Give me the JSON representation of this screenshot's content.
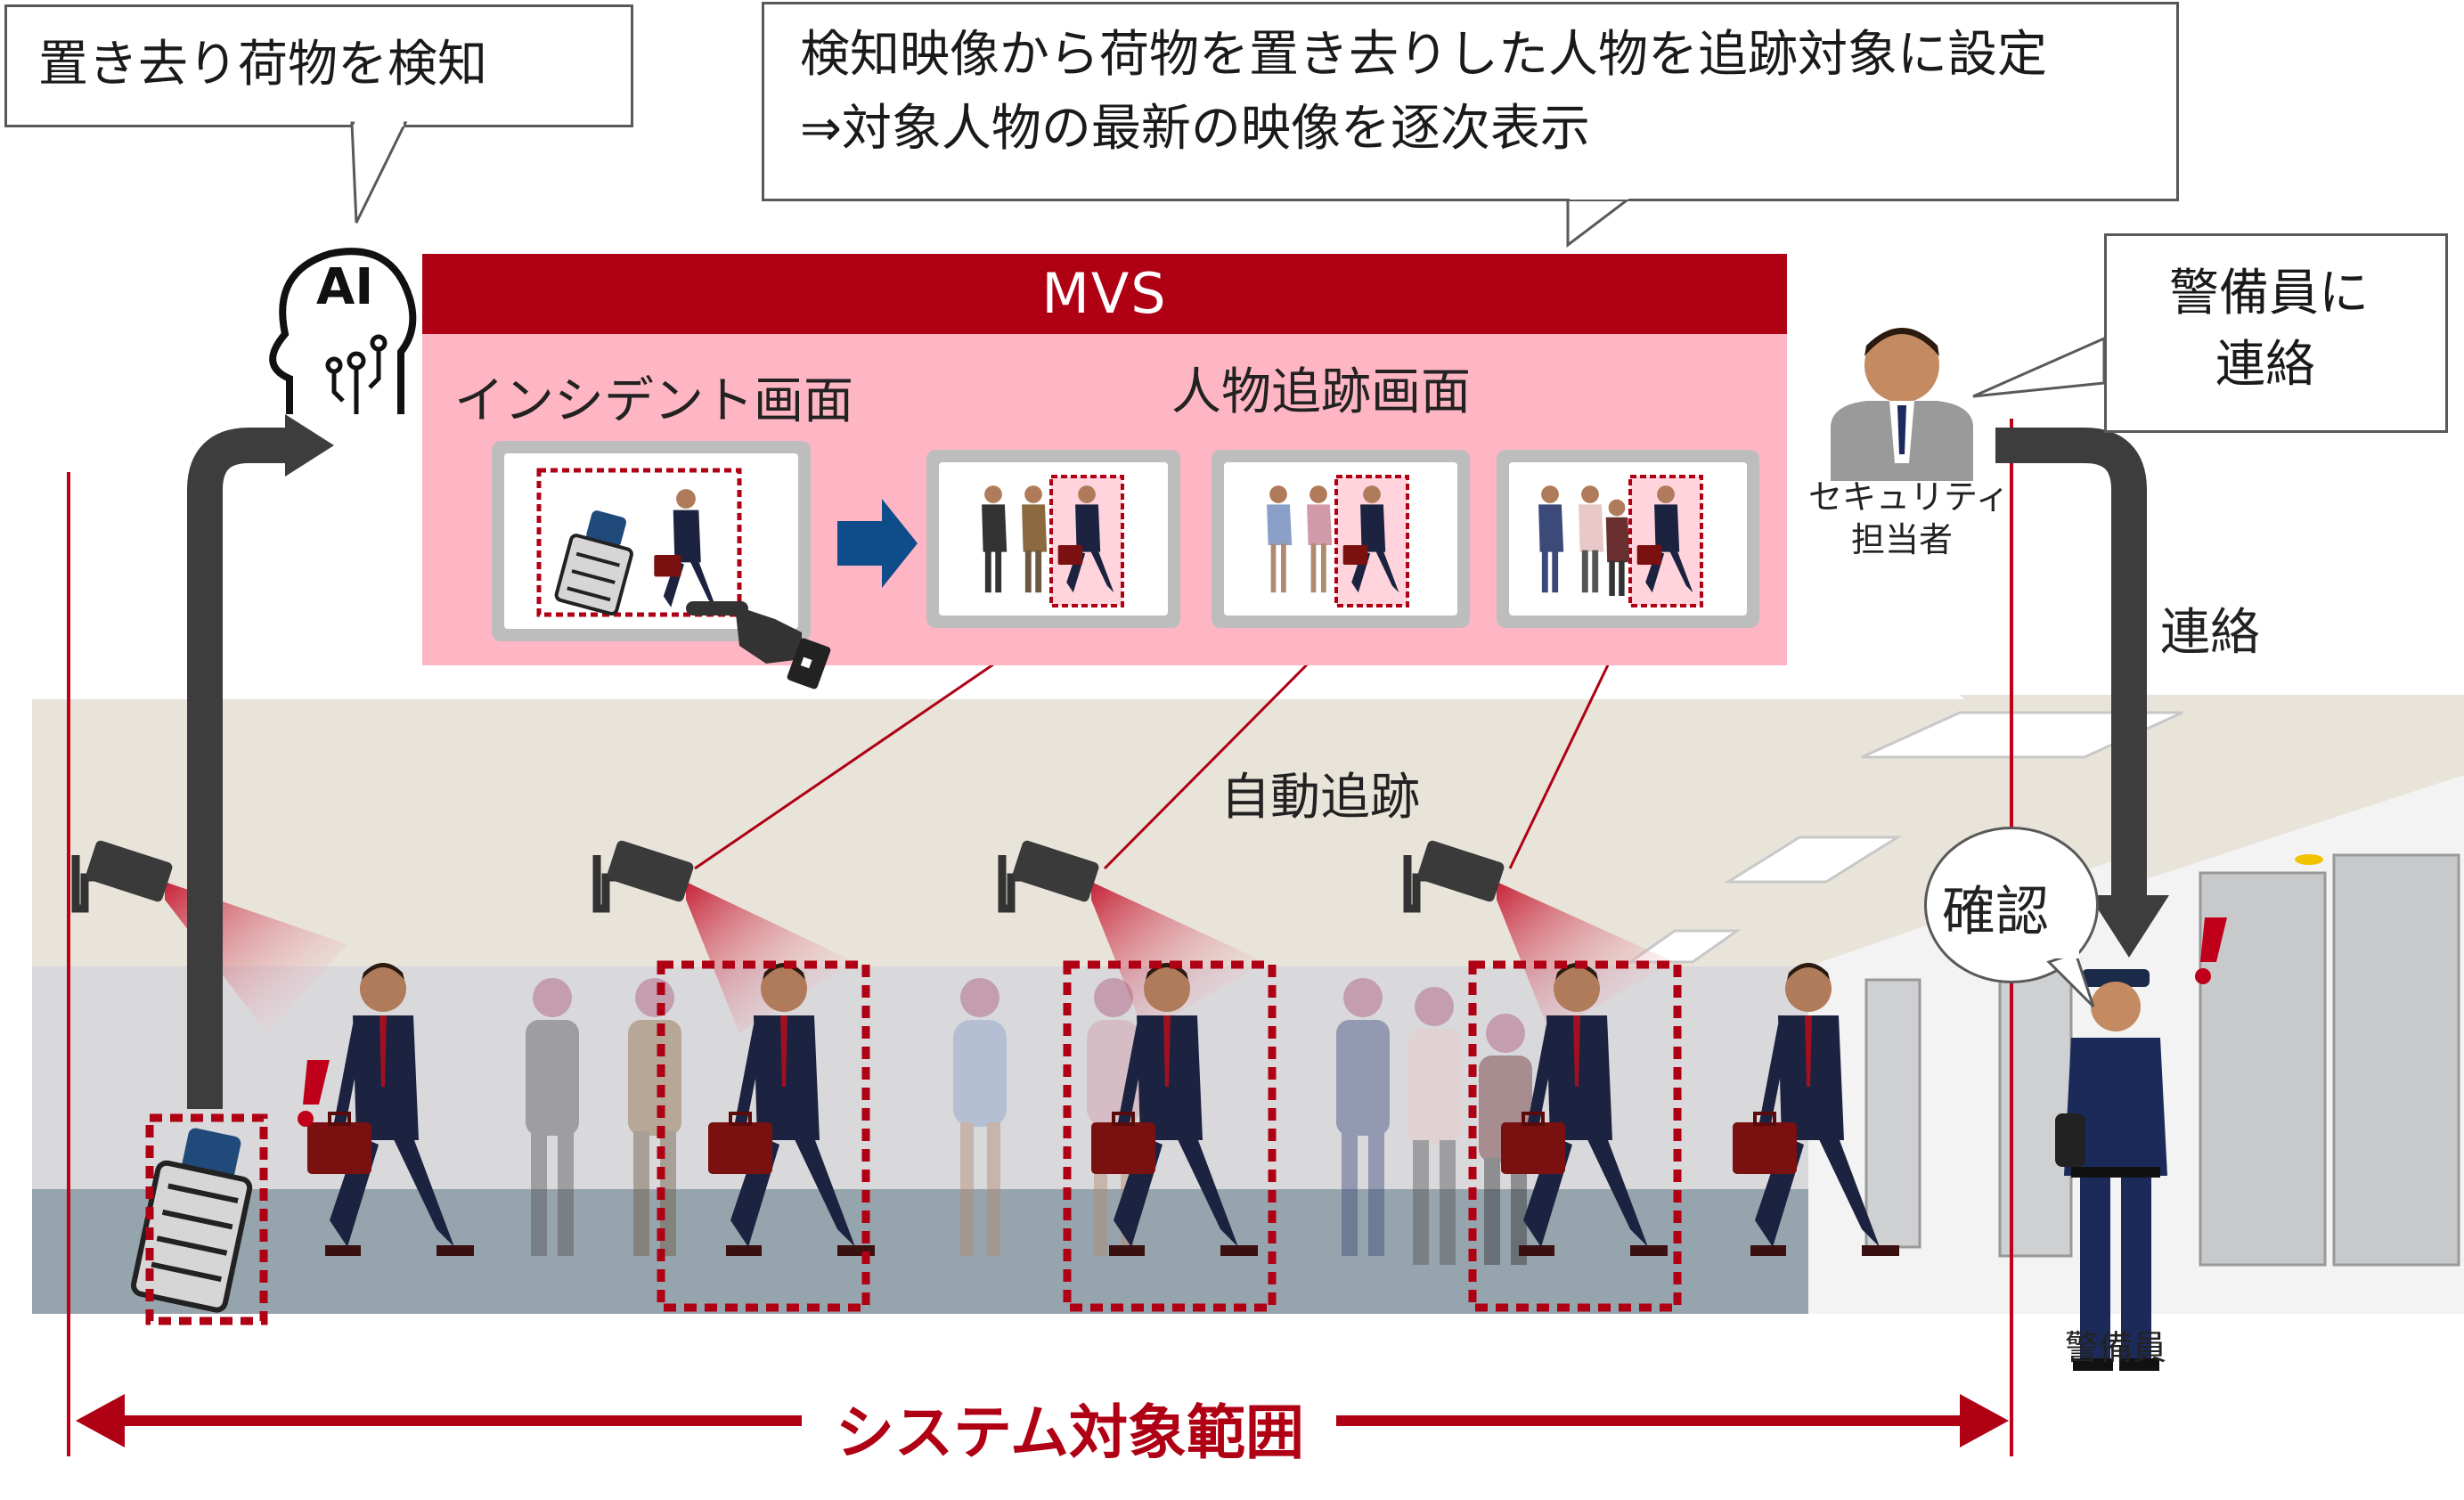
{
  "callouts": {
    "detect": "置き去り荷物を検知",
    "tracking_line1": "検知映像から荷物を置き去りした人物を追跡対象に設定",
    "tracking_line2": "⇒対象人物の最新の映像を逐次表示",
    "notify_line1": "警備員に",
    "notify_line2": "連絡"
  },
  "ai_label": "AI",
  "mvs": {
    "title": "MVS",
    "incident_label": "インシデント画面",
    "tracking_label": "人物追跡画面"
  },
  "security_staff": {
    "line1": "セキュリティ",
    "line2": "担当者"
  },
  "labels": {
    "contact": "連絡",
    "auto_tracking": "自動追跡",
    "confirm": "確認",
    "guard": "警備員",
    "system_range": "システム対象範囲"
  },
  "colors": {
    "accent_red": "#b00014",
    "panel_pink": "#ffb6c4",
    "arrow_dark": "#3d3d3d",
    "arrow_blue": "#0f4d8a",
    "suit_navy": "#1c2340"
  }
}
